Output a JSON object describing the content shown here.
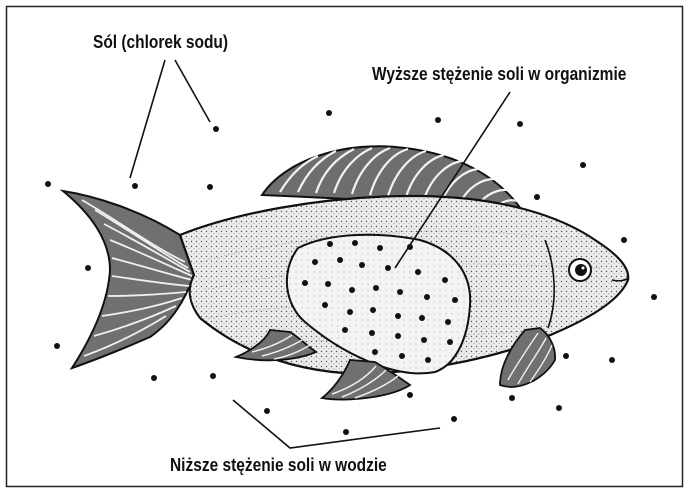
{
  "labels": {
    "salt": "Sól (chlorek sodu)",
    "high_concentration": "Wyższe stężenie soli w organizmie",
    "low_concentration": "Niższe stężenie soli w wodzie"
  },
  "colors": {
    "ink": "#111111",
    "border": "#222222",
    "background": "#ffffff",
    "fish_body": "#e6e6e6",
    "fin_shade": "#6e6e6e"
  },
  "icons": [
    "fish-illustration",
    "salt-particle-dot"
  ]
}
